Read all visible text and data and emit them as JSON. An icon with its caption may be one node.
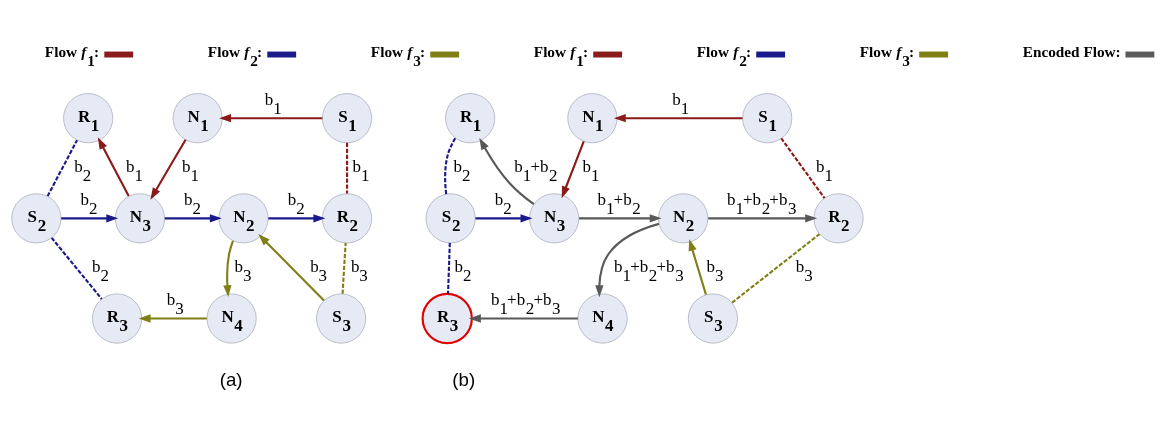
{
  "diagram": {
    "nodes": [
      {
        "text": [
          "R$_{1}$"
        ]
      },
      {
        "text": [
          "N$_{1}$"
        ]
      },
      {
        "text": [
          "S$_{1}$"
        ]
      },
      {
        "text": [
          "S$_{2}$"
        ]
      },
      {
        "text": [
          "N$_{3}$"
        ]
      },
      {
        "text": [
          "N$_{2}$"
        ]
      },
      {
        "text": [
          "R$_{2}$"
        ]
      },
      {
        "text": [
          "R$_{3}$"
        ]
      },
      {
        "text": [
          "N$_{4}$"
        ]
      },
      {
        "text": [
          "S$_{3}$"
        ]
      },
      {
        "text": [
          "R$_{1}$"
        ]
      },
      {
        "text": [
          "N$_{1}$"
        ]
      },
      {
        "text": [
          "S$_{1}$"
        ]
      },
      {
        "text": [
          "S$_{2}$"
        ]
      },
      {
        "text": [
          "N$_{3}$"
        ]
      },
      {
        "text": [
          "N$_{2}$"
        ]
      },
      {
        "text": [
          "R$_{2}$"
        ]
      },
      {
        "text": [
          "R$_{3}$"
        ]
      },
      {
        "text": [
          "N$_{4}$"
        ]
      },
      {
        "text": [
          "S$_{3}$"
        ]
      }
    ],
    "edges": [
      {
        "from": 1,
        "to": 4,
        "arrow": "to",
        "label": "b$_{1}$",
        "color": "#8b1a1a"
      },
      {
        "from": 2,
        "to": 1,
        "arrow": "to",
        "label": "b$_{1}$",
        "color": "#8b1a1a"
      },
      {
        "from": 2,
        "to": 6,
        "arrow": "none",
        "label": "b$_{1}$",
        "style": "dashed",
        "color": "#8b1a1a"
      },
      {
        "from": 3,
        "to": 0,
        "arrow": "none",
        "label": "b$_{2}$",
        "style": "dashed",
        "color": "#1a1a8b"
      },
      {
        "from": 3,
        "to": 4,
        "arrow": "to",
        "label": "b$_{2}$",
        "color": "#1a1a8b"
      },
      {
        "from": 3,
        "to": 7,
        "arrow": "none",
        "label": "b$_{2}$",
        "style": "dashed",
        "color": "#1a1a8b"
      },
      {
        "from": 4,
        "to": 0,
        "arrow": "to",
        "label": "b$_{1}$",
        "color": "#8b1a1a"
      },
      {
        "from": 4,
        "to": 5,
        "arrow": "to",
        "label": "b$_{2}$",
        "color": "#1a1a8b"
      },
      {
        "from": 5,
        "to": 6,
        "arrow": "to",
        "label": "b$_{2}$",
        "color": "#1a1a8b"
      },
      {
        "from": 5,
        "to": 8,
        "arrow": "to",
        "label": "b$_{3}$",
        "color": "#7f7f16"
      },
      {
        "from": 8,
        "to": 7,
        "arrow": "to",
        "label": "b$_{3}$",
        "color": "#7f7f16"
      },
      {
        "from": 9,
        "to": 5,
        "arrow": "to",
        "label": "b$_{3}$",
        "color": "#7f7f16"
      },
      {
        "from": 9,
        "to": 6,
        "arrow": "none",
        "label": "b$_{3}$",
        "style": "dashed",
        "color": "#7f7f16"
      },
      {
        "from": 11,
        "to": 14,
        "arrow": "to",
        "label": "b$_{1}$",
        "color": "#8b1a1a"
      },
      {
        "from": 12,
        "to": 11,
        "arrow": "to",
        "label": "b$_{1}$",
        "color": "#8b1a1a"
      },
      {
        "from": 12,
        "to": 16,
        "arrow": "none",
        "label": "b$_{1}$",
        "style": "dashed",
        "color": "#8b1a1a"
      },
      {
        "from": 13,
        "to": 10,
        "arrow": "none",
        "label": "b$_{2}$",
        "style": "dashed",
        "color": "#1a1a8b"
      },
      {
        "from": 13,
        "to": 14,
        "arrow": "to",
        "label": "b$_{2}$",
        "color": "#1a1a8b"
      },
      {
        "from": 13,
        "to": 17,
        "arrow": "none",
        "label": "b$_{2}$",
        "style": "dashed",
        "color": "#1a1a8b"
      },
      {
        "from": 14,
        "to": 10,
        "arrow": "to",
        "label": "b$_{1}$+b$_{2}$",
        "color": "#595959"
      },
      {
        "from": 14,
        "to": 15,
        "arrow": "to",
        "label": "b$_{1}$+b$_{2}$",
        "color": "#595959"
      },
      {
        "from": 15,
        "to": 16,
        "arrow": "to",
        "label": "b$_{1}$+b$_{2}$+b$_{3}$",
        "color": "#595959"
      },
      {
        "from": 15,
        "to": 18,
        "arrow": "to",
        "label": "b$_{1}$+b$_{2}$+b$_{3}$",
        "color": "#595959"
      },
      {
        "from": 18,
        "to": 17,
        "arrow": "to",
        "label": "b$_{1}$+b$_{2}$+b$_{3}$",
        "color": "#595959"
      },
      {
        "from": 19,
        "to": 15,
        "arrow": "to",
        "label": "b$_{3}$",
        "color": "#7f7f16"
      },
      {
        "from": 19,
        "to": 16,
        "arrow": "none",
        "label": "b$_{3}$",
        "style": "dashed",
        "color": "#7f7f16"
      }
    ],
    "labels": [
      "(a)",
      "(b)"
    ],
    "legend": [
      {
        "text": "Flow *f*$_{1}$:",
        "color": "#8b1a1a"
      },
      {
        "text": "Flow *f*$_{2}$:",
        "color": "#1a1a8b"
      },
      {
        "text": "Flow *f*$_{3}$:",
        "color": "#7f7f16"
      },
      {
        "text": "Flow *f*$_{1}$:",
        "color": "#8b1a1a"
      },
      {
        "text": "Flow *f*$_{2}$:",
        "color": "#1a1a8b"
      },
      {
        "text": "Flow *f*$_{3}$:",
        "color": "#7f7f16"
      },
      {
        "text": "Encoded Flow:",
        "color": "#595959"
      }
    ]
  }
}
